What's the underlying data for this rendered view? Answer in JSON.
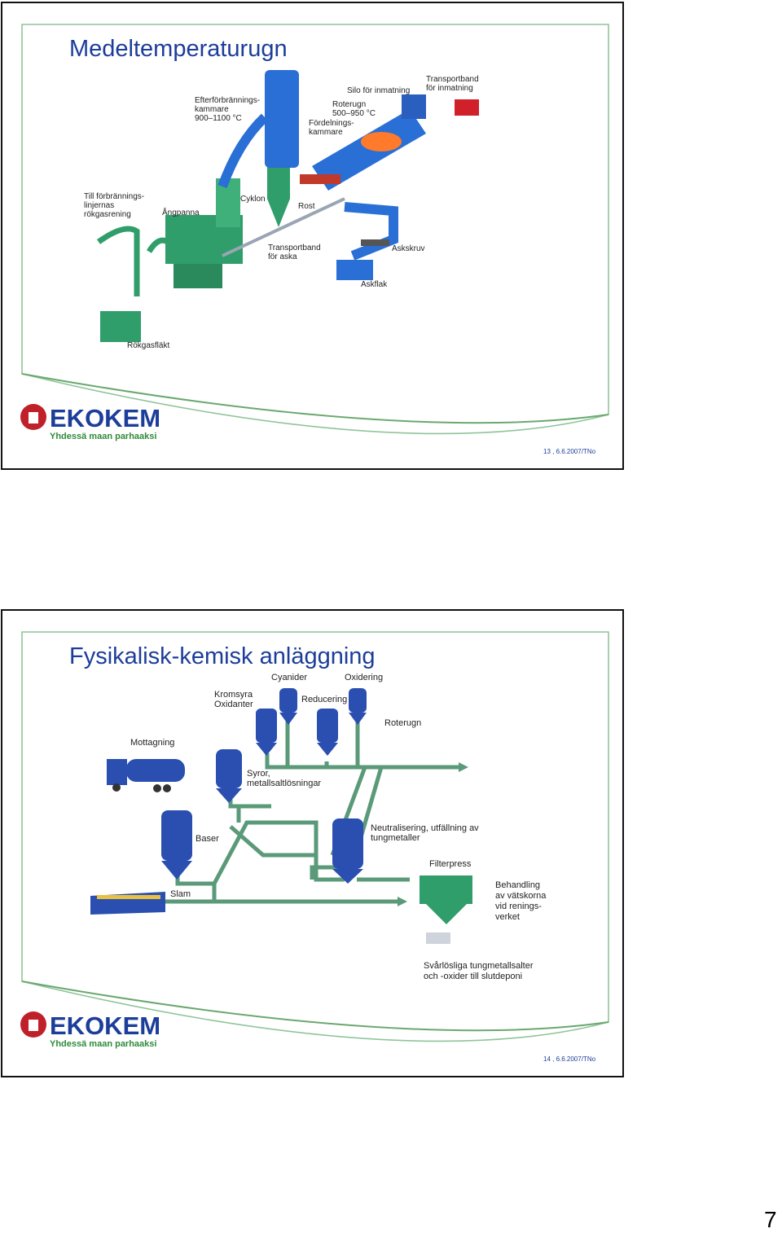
{
  "slides": [
    {
      "title": "Medeltemperaturugn",
      "footer": "13 ,   6.6.2007/TNo",
      "labels": {
        "efterforbranning": [
          "Efterförbrännings-",
          "kammare",
          "900–1100 °C"
        ],
        "silo": "Silo för inmatning",
        "transportband_inmatning": [
          "Transportband",
          "för inmatning"
        ],
        "roterugn": [
          "Roterugn",
          "500–950 °C"
        ],
        "fordelning": [
          "Fördelnings-",
          "kammare"
        ],
        "till_forbranning": [
          "Till förbrännings-",
          "linjernas",
          "rökgasrening"
        ],
        "angpanna": "Ångpanna",
        "cyklon": "Cyklon",
        "rost": "Rost",
        "transportband_aska": [
          "Transportband",
          "för aska"
        ],
        "askskruv": "Askskruv",
        "askflak": "Askflak",
        "rokgasflakt": "Rökgasfläkt"
      }
    },
    {
      "title": "Fysikalisk-kemisk anläggning",
      "footer": "14 ,   6.6.2007/TNo",
      "labels": {
        "cyanider": "Cyanider",
        "oxidering": "Oxidering",
        "kromsyra": [
          "Kromsyra",
          "Oxidanter"
        ],
        "reducering": "Reducering",
        "roterugn": "Roterugn",
        "mottagning": "Mottagning",
        "syror": [
          "Syror,",
          "metallsaltlösningar"
        ],
        "baser": "Baser",
        "neutralisering": [
          "Neutralisering, utfällning av",
          "tungmetaller"
        ],
        "filterpress": "Filterpress",
        "behandling": [
          "Behandling",
          "av vätskorna",
          "vid renings-",
          "verket"
        ],
        "slam": "Slam",
        "svarlosliga": [
          "Svårlösliga tungmetallsalter",
          "och -oxider till slutdeponi"
        ]
      }
    }
  ],
  "logo": {
    "word": "EKOKEM",
    "slogan": "Yhdessä maan parhaaksi"
  },
  "page_number": "7",
  "colors": {
    "title": "#1c3d9a",
    "frame": "#6aa86f",
    "equipment_blue": "#2a6fd6",
    "equipment_green": "#2f9e6a",
    "pipe_green": "#5a9a78"
  }
}
